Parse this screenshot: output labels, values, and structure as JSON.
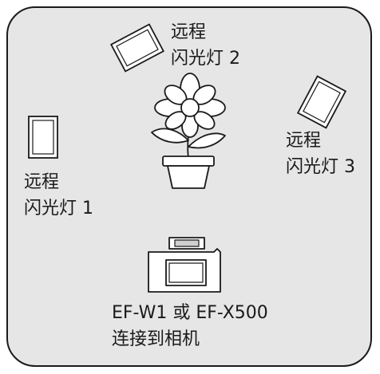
{
  "flash_units": [
    {
      "line1": "远程",
      "line2": "闪光灯 1"
    },
    {
      "line1": "远程",
      "line2": "闪光灯 2"
    },
    {
      "line1": "远程",
      "line2": "闪光灯 3"
    }
  ],
  "commander": {
    "line1": "EF-W1 或 EF-X500",
    "line2": "连接到相机"
  },
  "icons": [
    "flash-unit-icon",
    "plant-subject-icon",
    "camera-commander-icon"
  ],
  "colors": {
    "panel_background": "#e6e6e6",
    "line": "#1a1a1a"
  }
}
